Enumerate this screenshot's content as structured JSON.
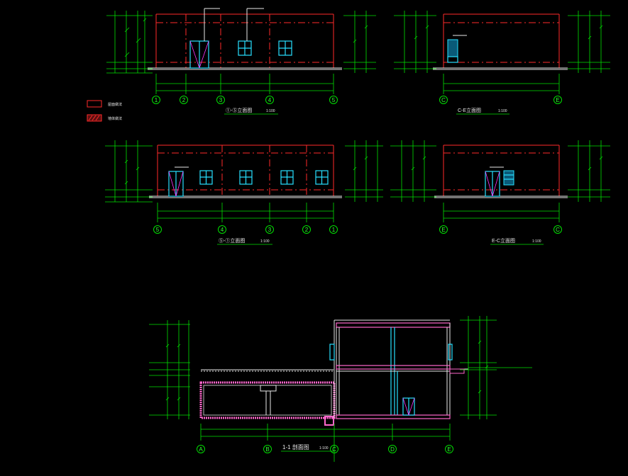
{
  "legend": {
    "items": [
      {
        "label": "屋面做法",
        "swatch": "outline"
      },
      {
        "label": "墙体做法",
        "swatch": "hatched"
      }
    ]
  },
  "views": {
    "elev_a": {
      "grids": [
        "1",
        "2",
        "3",
        "4",
        "5"
      ],
      "title": "①-⑤立面图",
      "scale": "1:100"
    },
    "elev_b": {
      "grids": [
        "C",
        "E"
      ],
      "title": "C-E立面图",
      "scale": "1:100"
    },
    "elev_c": {
      "grids": [
        "5",
        "4",
        "3",
        "2",
        "1"
      ],
      "title": "⑤-①立面图",
      "scale": "1:100"
    },
    "elev_d": {
      "grids": [
        "E",
        "C"
      ],
      "title": "E-C立面图",
      "scale": "1:100"
    },
    "section": {
      "grids": [
        "A",
        "B",
        "C",
        "D",
        "E"
      ],
      "title": "1-1  剖面图",
      "scale": "1:100"
    }
  },
  "colors": {
    "background": "#000000",
    "dimension": "#00e000",
    "outline": "#ff2a2a",
    "window": "#27e0ff",
    "text": "#e8e8e8"
  }
}
